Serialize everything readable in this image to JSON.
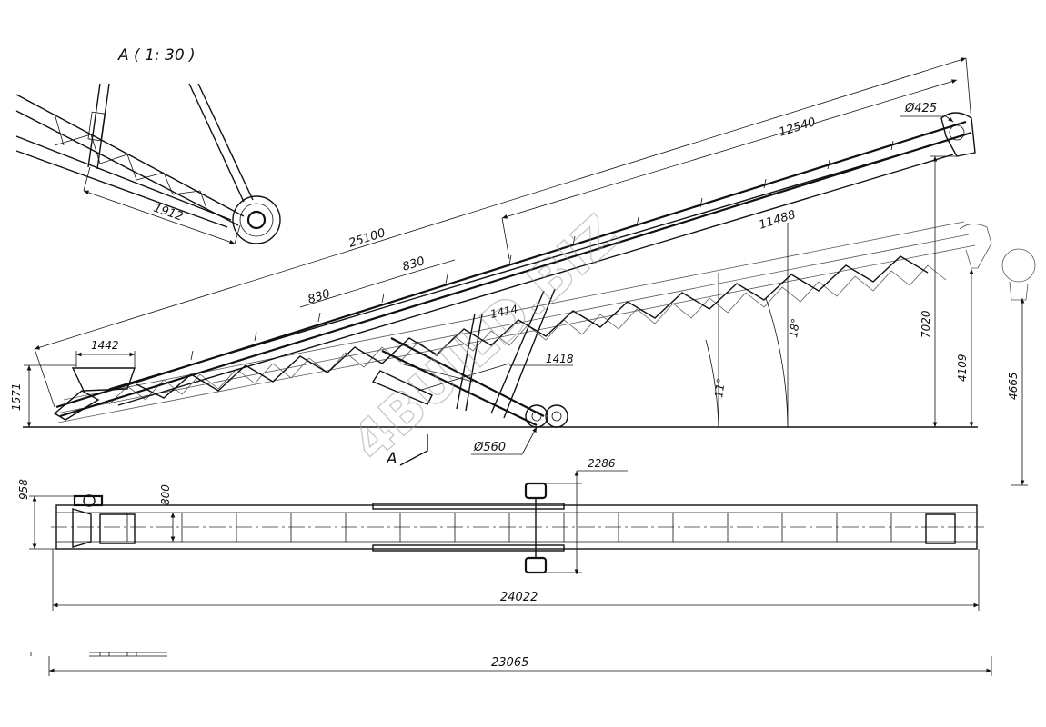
{
  "view_title": "A ( 1: 30 )",
  "section_marker": "A",
  "watermark": "4BUILD.BIZ",
  "dimensions": {
    "detail_1912": "1912",
    "total_25100": "25100",
    "upper_12540": "12540",
    "pulley_425": "Ø425",
    "length_11488": "11488",
    "seg_830_a": "830",
    "seg_830_b": "830",
    "len_1442": "1442",
    "h_1571": "1571",
    "len_1414": "1414",
    "len_1418": "1418",
    "angle_11": "11°",
    "angle_18": "18°",
    "h_7020": "7020",
    "h_4109": "4109",
    "h_4665": "4665",
    "wheel_560": "Ø560",
    "width_2286": "2286",
    "width_958": "958",
    "width_800": "800",
    "len_24022": "24022",
    "len_23065": "23065"
  }
}
